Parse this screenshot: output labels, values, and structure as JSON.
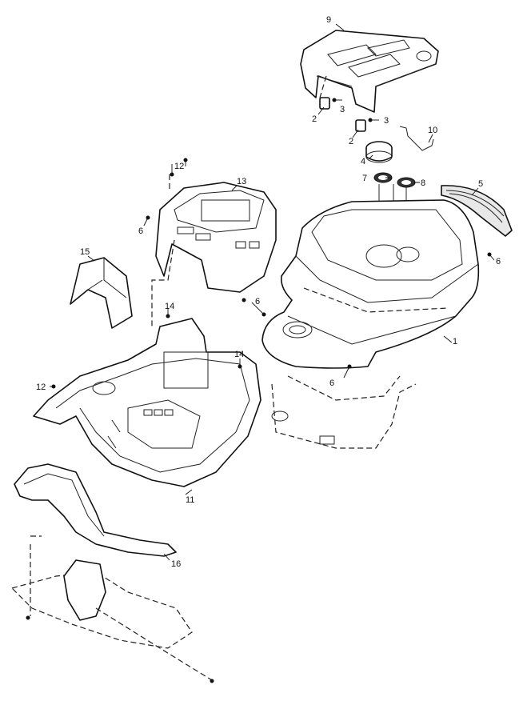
{
  "callouts": {
    "c1": "1",
    "c2a": "2",
    "c2b": "2",
    "c3a": "3",
    "c3b": "3",
    "c4": "4",
    "c5": "5",
    "c6a": "6",
    "c6b": "6",
    "c6c": "6",
    "c6d": "6",
    "c7": "7",
    "c8": "8",
    "c9": "9",
    "c10": "10",
    "c11": "11",
    "c12a": "12",
    "c12b": "12",
    "c13": "13",
    "c14a": "14",
    "c14b": "14",
    "c15": "15",
    "c16": "16"
  },
  "colors": {
    "line": "#111111",
    "background": "#ffffff"
  }
}
